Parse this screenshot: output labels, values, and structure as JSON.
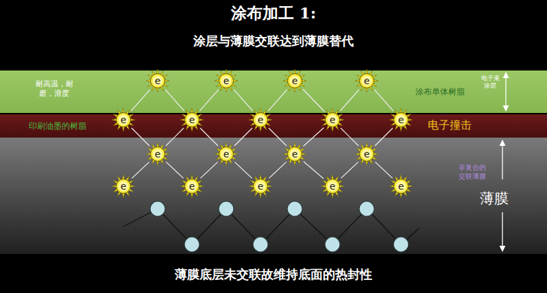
{
  "diagram": {
    "title": "涂布加工 1:",
    "caption": "薄膜底层未交联故维持底面的热封性",
    "nodes": [
      {
        "text": [
          "耐高温，耐磨，滑度",
          "涂布单体树脂",
          "电子束涂层"
        ]
      },
      {
        "text": [
          "印刷油墨的树脂",
          "电子撞击"
        ]
      },
      {
        "text": [
          "非复合的交联薄膜",
          "薄膜"
        ]
      },
      {
        "text": [
          "e"
        ]
      },
      {
        "text": [
          "e"
        ]
      },
      {
        "text": [
          "e"
        ]
      },
      {
        "text": [
          "e"
        ]
      },
      {
        "text": [
          "e"
        ]
      },
      {
        "text": [
          "e"
        ]
      },
      {
        "text": [
          "e"
        ]
      },
      {
        "text": [
          "e"
        ]
      },
      {
        "text": [
          "e"
        ]
      },
      {
        "text": [
          "e"
        ]
      },
      {
        "text": [
          "e"
        ]
      },
      {
        "text": [
          "e"
        ]
      },
      {
        "text": [
          "e"
        ]
      },
      {
        "text": [
          "e"
        ]
      },
      {
        "text": [
          "e"
        ]
      },
      {
        "text": [
          "e"
        ]
      },
      {
        "text": [
          "e"
        ]
      },
      {
        "text": [
          "e"
        ]
      }
    ],
    "edges": [
      {
        "from": 3,
        "to": 7,
        "arrow": "none"
      },
      {
        "from": 3,
        "to": 8,
        "arrow": "none"
      },
      {
        "from": 4,
        "to": 8,
        "arrow": "none"
      },
      {
        "from": 4,
        "to": 9,
        "arrow": "none"
      },
      {
        "from": 5,
        "to": 9,
        "arrow": "none"
      },
      {
        "from": 5,
        "to": 10,
        "arrow": "none"
      },
      {
        "from": 6,
        "to": 10,
        "arrow": "none"
      },
      {
        "from": 6,
        "to": 11,
        "arrow": "none"
      },
      {
        "from": 7,
        "to": 12,
        "arrow": "none"
      },
      {
        "from": 8,
        "to": 12,
        "arrow": "none"
      },
      {
        "from": 8,
        "to": 13,
        "arrow": "none"
      },
      {
        "from": 9,
        "to": 13,
        "arrow": "none"
      },
      {
        "from": 9,
        "to": 14,
        "arrow": "none"
      },
      {
        "from": 10,
        "to": 14,
        "arrow": "none"
      },
      {
        "from": 10,
        "to": 15,
        "arrow": "none"
      },
      {
        "from": 11,
        "to": 15,
        "arrow": "none"
      },
      {
        "from": 12,
        "to": 16,
        "arrow": "none"
      },
      {
        "from": 12,
        "to": 17,
        "arrow": "none"
      },
      {
        "from": 13,
        "to": 17,
        "arrow": "none"
      },
      {
        "from": 13,
        "to": 18,
        "arrow": "none"
      },
      {
        "from": 14,
        "to": 18,
        "arrow": "none"
      },
      {
        "from": 14,
        "to": 19,
        "arrow": "none"
      },
      {
        "from": 15,
        "to": 19,
        "arrow": "none"
      },
      {
        "from": 15,
        "to": 20,
        "arrow": "none"
      }
    ],
    "labels": [
      "涂层与薄膜交联达到薄膜替代"
    ]
  }
}
